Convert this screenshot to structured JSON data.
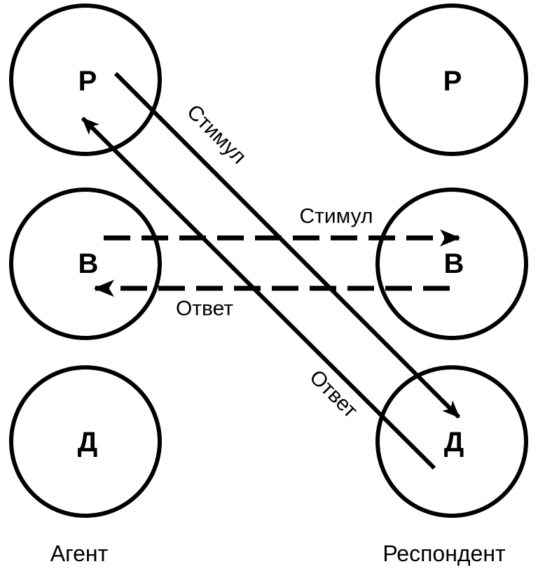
{
  "agent": {
    "label": "Агент",
    "states": {
      "parent": "Р",
      "adult": "В",
      "child": "Д"
    }
  },
  "respondent": {
    "label": "Респондент",
    "states": {
      "parent": "Р",
      "adult": "В",
      "child": "Д"
    }
  },
  "transactions": {
    "diagonal_stimulus": "Стимул",
    "diagonal_response": "Ответ",
    "horizontal_stimulus": "Стимул",
    "horizontal_response": "Ответ"
  },
  "colors": {
    "ink": "#000000",
    "background": "#ffffff"
  }
}
